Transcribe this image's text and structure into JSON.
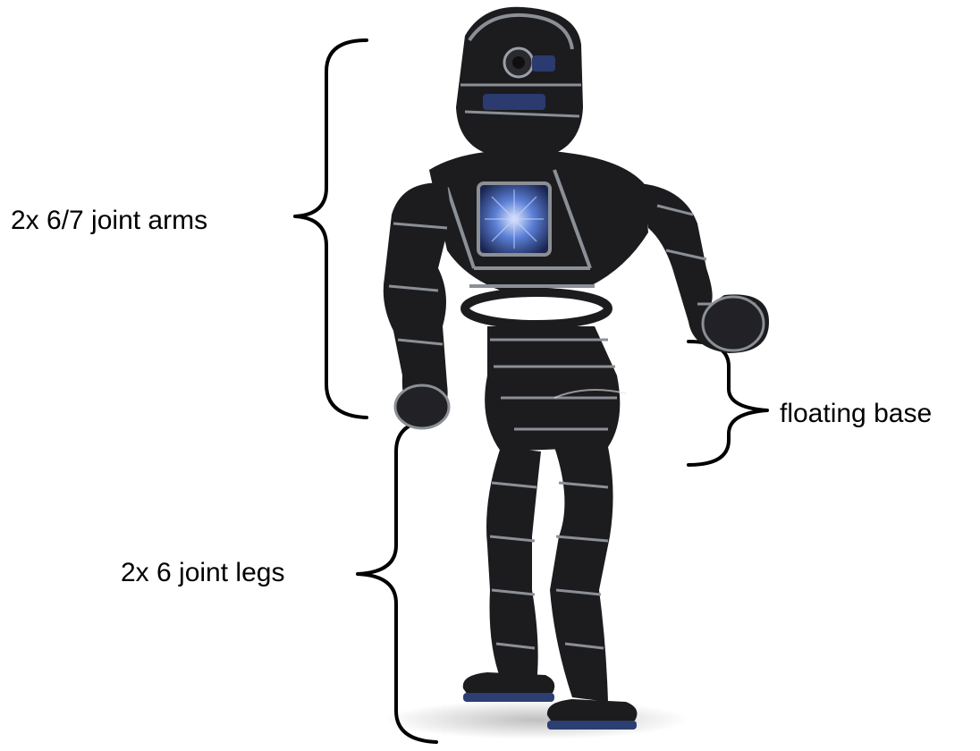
{
  "labels": {
    "arms": "2x 6/7 joint arms",
    "base": "floating base",
    "legs": "2x 6 joint legs"
  },
  "icons": {
    "robot": "humanoid-robot-icon",
    "brackets": "curly-brace-icon"
  },
  "colors": {
    "background": "#ffffff",
    "text": "#000000",
    "robot_body": "#1c1c1f",
    "robot_frame": "#8b8f96",
    "chest_light": "#5b7fd6",
    "foot_pad": "#2b3f73"
  }
}
